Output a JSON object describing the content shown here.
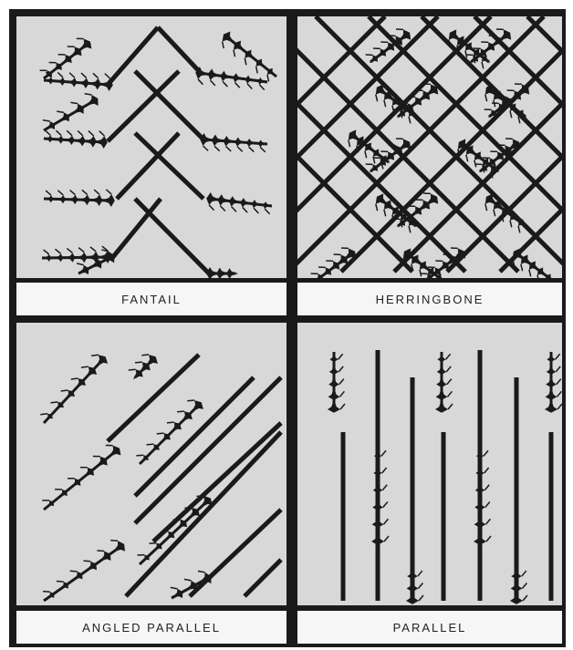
{
  "panels": [
    {
      "id": "fantail",
      "label": "FANTAIL"
    },
    {
      "id": "herringbone",
      "label": "HERRINGBONE"
    },
    {
      "id": "angled-parallel",
      "label": "ANGLED PARALLEL"
    },
    {
      "id": "parallel",
      "label": "PARALLEL"
    }
  ],
  "colors": {
    "frame": "#1a1a1a",
    "panel": "#d8d8d8",
    "label_bg": "#f6f6f6",
    "ink": "#1a1a1a"
  }
}
